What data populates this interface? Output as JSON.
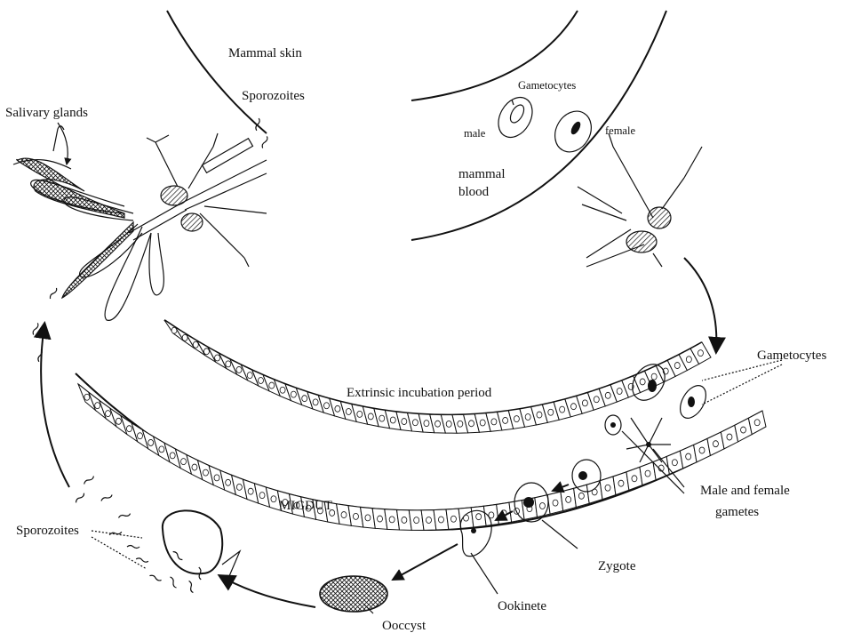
{
  "labels": {
    "mammal_skin": "Mammal skin",
    "sporozoites_top": "Sporozoites",
    "salivary_glands": "Salivary glands",
    "gametocytes_top": "Gametocytes",
    "male": "male",
    "female": "female",
    "mammal_blood_1": "mammal",
    "mammal_blood_2": "blood",
    "gametocytes_right": "Gametocytes",
    "extrinsic": "Extrinsic incubation period",
    "midgut": "MIGDUT",
    "male_female_1": "Male and female",
    "male_female_2": "gametes",
    "sporozoites_left": "Sporozoites",
    "zygote": "Zygote",
    "ookinete": "Ookinete",
    "oocyst": "Ooccyst"
  },
  "icons": [
    "mosquito-icon",
    "gametocyte-icon",
    "zygote-icon",
    "ookinete-icon",
    "oocyst-icon",
    "sporozoite-icon",
    "arrow-icon"
  ]
}
